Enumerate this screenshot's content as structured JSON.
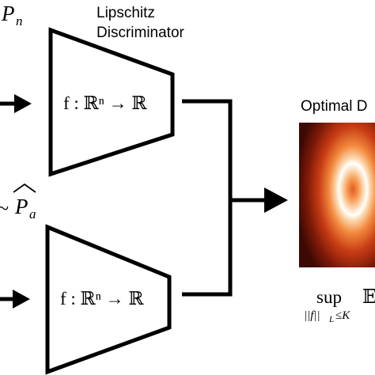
{
  "labels": {
    "top_left_var": "P",
    "top_left_sub": "n",
    "mid_left_tilde": "~",
    "mid_left_var": "P",
    "mid_left_sub": "a",
    "disc_title_line1": "Lipschitz",
    "disc_title_line2": "Discriminator",
    "top_formula": "f : ℝⁿ → ℝ",
    "bottom_formula": "f : ℝⁿ → ℝ",
    "optimal_title": "Optimal D",
    "sup_word": "sup",
    "sup_sub": "||f||",
    "sup_sub_L": "L",
    "sup_sub_le": "≤K",
    "expectation": "𝔼"
  },
  "colors": {
    "stroke": "#000000",
    "heat_dark": "#4a0b04",
    "heat_red": "#c23a12",
    "heat_orange": "#f08a3a",
    "heat_light": "#fde6c8"
  }
}
